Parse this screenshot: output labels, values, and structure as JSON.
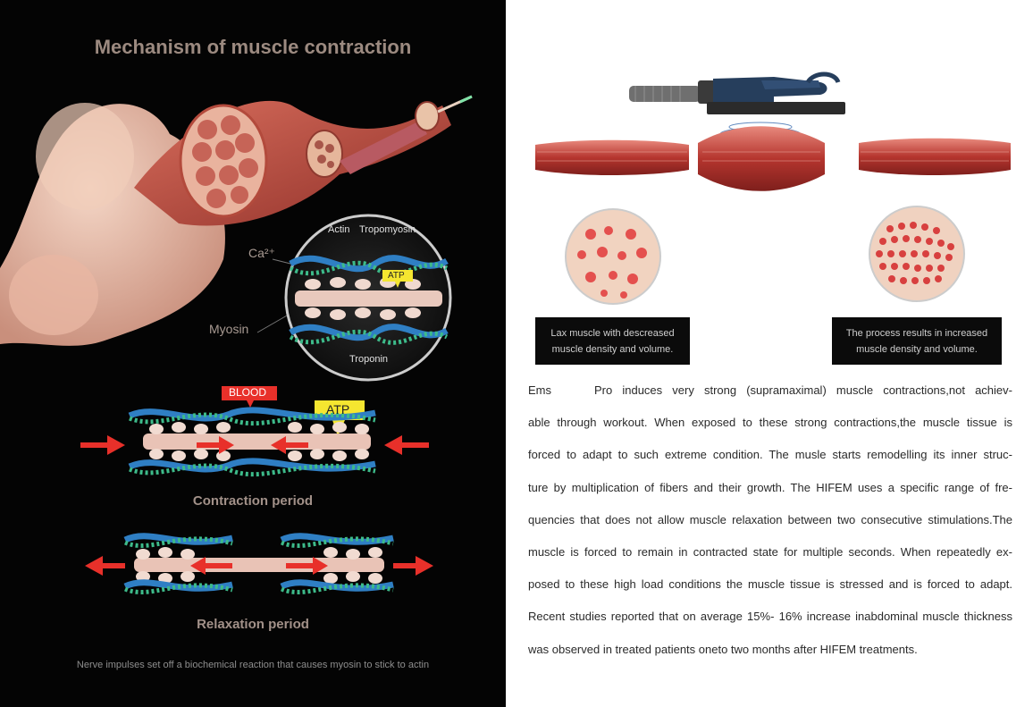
{
  "left_panel": {
    "title": "Mechanism of muscle contraction",
    "labels": {
      "calcium": "Ca²⁺",
      "myosin": "Myosin",
      "actin": "Actin",
      "tropomyosin": "Tropomyosin",
      "atp_small": "ATP",
      "troponin": "Troponin",
      "blood": "BLOOD",
      "atp_large": "ATP"
    },
    "contraction_label": "Contraction period",
    "relaxation_label": "Relaxation period",
    "footnote": "Nerve impulses set off a biochemical reaction that causes myosin to stick to actin"
  },
  "right_panel": {
    "caption_left": [
      "Lax muscle with descreased",
      "muscle density and volume."
    ],
    "caption_right": [
      "The process results in increased",
      "muscle density and volume."
    ],
    "paragraph_first_word": "Ems",
    "paragraph_lines": [
      "Pro induces very strong (supramaximal)  muscle contractions,not achiev-",
      "able through workout. When exposed to these strong contractions,the muscle tissue is",
      "forced to adapt to such extreme condition. The musle starts remodelling its inner struc-",
      "ture by multiplication of fibers and their growth. The HIFEM uses a specific range of fre-",
      "quencies that does not allow muscle relaxation between two consecutive stimulations.The",
      "muscle is forced to remain in contracted state for multiple seconds. When repeatedly ex-",
      "posed to these high load conditions the muscle tissue is stressed and is forced to adapt.",
      "Recent studies reported that on average 15%- 16% increase inabdominal muscle thickness",
      "was observed in treated patients oneto two months after HIFEM treatments."
    ]
  },
  "colors": {
    "left_background": "#040404",
    "title": "#9c8a80",
    "muscle_red": "#c0453a",
    "label_red": "#e8302a",
    "atp_yellow": "#f5e630",
    "actin_blue": "#2f7fc4",
    "actin_green": "#3dbb8a"
  }
}
